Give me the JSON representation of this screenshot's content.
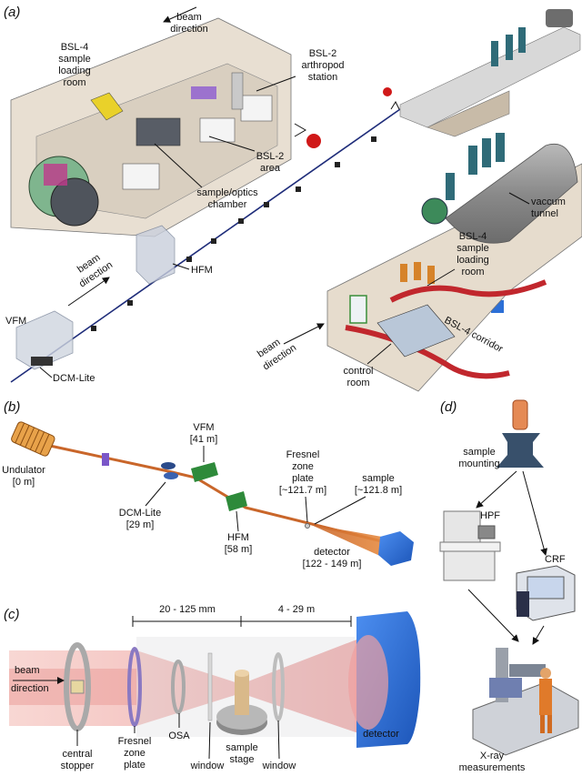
{
  "panels": {
    "a": "(a)",
    "b": "(b)",
    "c": "(c)",
    "d": "(d)"
  },
  "panel_a": {
    "beam_direction_top": [
      "beam",
      "direction"
    ],
    "bsl4_loading_top": [
      "BSL-4",
      "sample",
      "loading",
      "room"
    ],
    "bsl2_arthropod": [
      "BSL-2",
      "arthropod",
      "station"
    ],
    "bsl2_area": [
      "BSL-2",
      "area"
    ],
    "sample_optics": [
      "sample/optics",
      "chamber"
    ],
    "hfm": "HFM",
    "vfm": "VFM",
    "dcm_lite": "DCM-Lite",
    "beam_direction_mid": [
      "beam",
      "direction"
    ],
    "vacuum_tunnel": [
      "vaccum",
      "tunnel"
    ],
    "bsl4_loading_right": [
      "BSL-4",
      "sample",
      "loading",
      "room"
    ],
    "bsl4_corridor": "BSL-4 corridor",
    "beam_direction_bottom": [
      "beam",
      "direction"
    ],
    "control_room": [
      "control",
      "room"
    ]
  },
  "panel_b": {
    "undulator": [
      "Undulator",
      "[0 m]"
    ],
    "dcm_lite": [
      "DCM-Lite",
      "[29 m]"
    ],
    "vfm": [
      "VFM",
      "[41 m]"
    ],
    "hfm": [
      "HFM",
      "[58 m]"
    ],
    "fresnel": [
      "Fresnel",
      "zone",
      "plate",
      "[~121.7 m]"
    ],
    "sample": [
      "sample",
      "[~121.8 m]"
    ],
    "detector": [
      "detector",
      "[122 - 149 m]"
    ]
  },
  "panel_c": {
    "dim_left": "20 - 125 mm",
    "dim_right": "4 - 29 m",
    "beam_direction": [
      "beam",
      "direction"
    ],
    "central_stopper": [
      "central",
      "stopper"
    ],
    "fresnel": [
      "Fresnel",
      "zone",
      "plate"
    ],
    "osa": "OSA",
    "window_left": "window",
    "sample_stage": [
      "sample",
      "stage"
    ],
    "window_right": "window",
    "detector": "detector"
  },
  "panel_d": {
    "sample_mounting": [
      "sample",
      "mounting"
    ],
    "hpf": "HPF",
    "crf": "CRF",
    "xray": [
      "X-ray",
      "measurements"
    ]
  },
  "colors": {
    "beam_orange": "#e07a2a",
    "detector_blue": "#2c6fd6",
    "chamber_red": "#d01818",
    "tunnel_gray": "#8d8d8d"
  }
}
